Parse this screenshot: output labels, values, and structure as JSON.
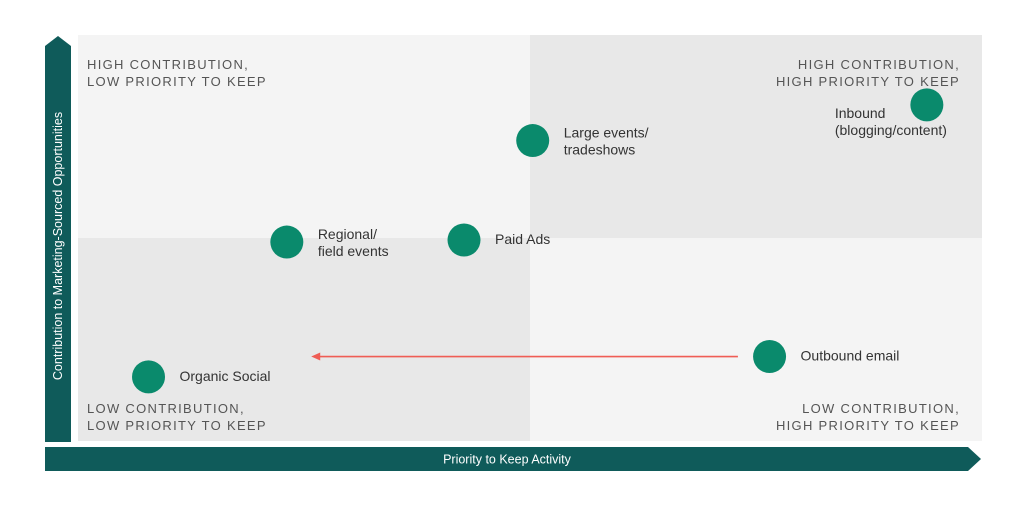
{
  "chart_data": {
    "type": "scatter",
    "xlabel": "Priority to Keep Activity",
    "ylabel": "Contribution to Marketing-Sourced Opportunities",
    "xlim": [
      0,
      100
    ],
    "ylim": [
      0,
      100
    ],
    "grid": false,
    "quadrants": [
      {
        "id": "top-left",
        "lines": [
          "HIGH CONTRIBUTION,",
          "LOW PRIORITY TO KEEP"
        ],
        "fill": "#f4f4f4"
      },
      {
        "id": "top-right",
        "lines": [
          "HIGH CONTRIBUTION,",
          "HIGH PRIORITY TO KEEP"
        ],
        "fill": "#e8e8e8"
      },
      {
        "id": "bottom-left",
        "lines": [
          "LOW CONTRIBUTION,",
          "LOW PRIORITY TO KEEP"
        ],
        "fill": "#e8e8e8"
      },
      {
        "id": "bottom-right",
        "lines": [
          "LOW CONTRIBUTION,",
          "HIGH PRIORITY TO KEEP"
        ],
        "fill": "#f4f4f4"
      }
    ],
    "points": [
      {
        "label": [
          "Inbound",
          "(blogging/content)"
        ],
        "x": 93.9,
        "y": 82.8,
        "label_pos": "left-below"
      },
      {
        "label": [
          "Large events/",
          "tradeshows"
        ],
        "x": 50.3,
        "y": 74.0,
        "label_pos": "right"
      },
      {
        "label": [
          "Regional/",
          "field events"
        ],
        "x": 23.1,
        "y": 49.0,
        "label_pos": "right"
      },
      {
        "label": [
          "Paid Ads"
        ],
        "x": 42.7,
        "y": 49.5,
        "label_pos": "right"
      },
      {
        "label": [
          "Outbound email"
        ],
        "x": 76.5,
        "y": 20.8,
        "label_pos": "right"
      },
      {
        "label": [
          "Organic Social"
        ],
        "x": 7.8,
        "y": 15.8,
        "label_pos": "right"
      }
    ],
    "arrow": {
      "from": [
        73.0,
        20.8
      ],
      "to": [
        25.8,
        20.8
      ],
      "color": "#ef5d55"
    },
    "colors": {
      "point": "#0a8a6c",
      "axis": "#0f5b5a",
      "quadrant_text": "#555555",
      "label_text": "#333333"
    }
  }
}
